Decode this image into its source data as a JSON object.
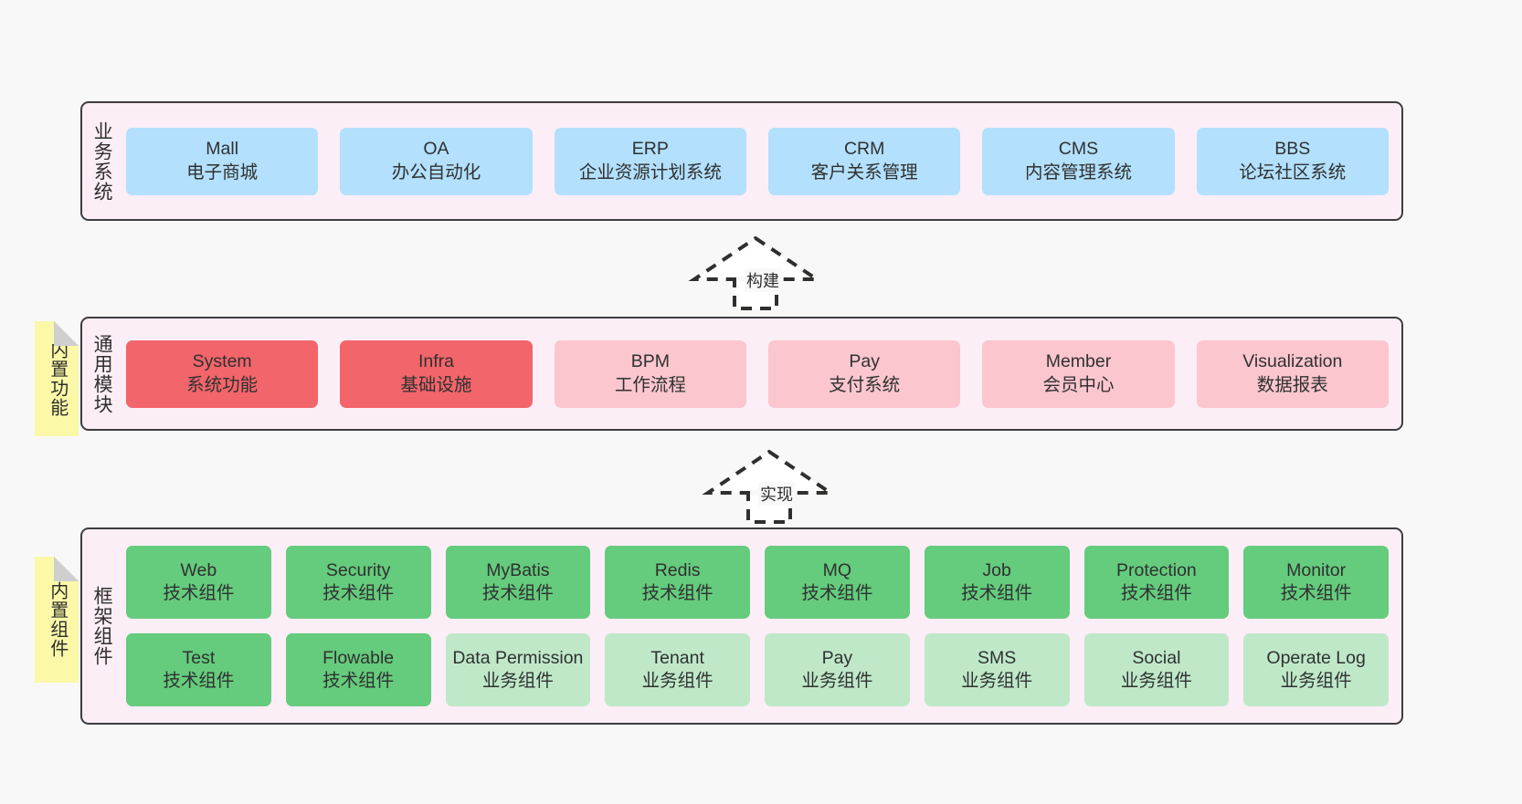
{
  "diagram": {
    "background": "#f8f8f8",
    "palette": {
      "panel_fill": "#fbeef6",
      "panel_border": "#3d3d3d",
      "blue": "#b3e0fc",
      "red": "#f2656b",
      "pink_light": "#fbc6ce",
      "green": "#65cb7d",
      "green_light": "#bfe8c9",
      "sticky_yellow": "#fbf8a8"
    }
  },
  "layers": {
    "business": {
      "title": "业务系统",
      "cards": [
        {
          "t1": "Mall",
          "t2": "电子商城",
          "style": "blue"
        },
        {
          "t1": "OA",
          "t2": "办公自动化",
          "style": "blue"
        },
        {
          "t1": "ERP",
          "t2": "企业资源计划系统",
          "style": "blue"
        },
        {
          "t1": "CRM",
          "t2": "客户关系管理",
          "style": "blue"
        },
        {
          "t1": "CMS",
          "t2": "内容管理系统",
          "style": "blue"
        },
        {
          "t1": "BBS",
          "t2": "论坛社区系统",
          "style": "blue"
        }
      ]
    },
    "common": {
      "title": "通用模块",
      "sticky": "内置功能",
      "cards": [
        {
          "t1": "System",
          "t2": "系统功能",
          "style": "red"
        },
        {
          "t1": "Infra",
          "t2": "基础设施",
          "style": "red"
        },
        {
          "t1": "BPM",
          "t2": "工作流程",
          "style": "pinklight"
        },
        {
          "t1": "Pay",
          "t2": "支付系统",
          "style": "pinklight"
        },
        {
          "t1": "Member",
          "t2": "会员中心",
          "style": "pinklight"
        },
        {
          "t1": "Visualization",
          "t2": "数据报表",
          "style": "pinklight"
        }
      ]
    },
    "framework": {
      "title": "框架组件",
      "sticky": "内置组件",
      "row1": [
        {
          "t1": "Web",
          "t2": "技术组件",
          "style": "green"
        },
        {
          "t1": "Security",
          "t2": "技术组件",
          "style": "green"
        },
        {
          "t1": "MyBatis",
          "t2": "技术组件",
          "style": "green"
        },
        {
          "t1": "Redis",
          "t2": "技术组件",
          "style": "green"
        },
        {
          "t1": "MQ",
          "t2": "技术组件",
          "style": "green"
        },
        {
          "t1": "Job",
          "t2": "技术组件",
          "style": "green"
        },
        {
          "t1": "Protection",
          "t2": "技术组件",
          "style": "green"
        },
        {
          "t1": "Monitor",
          "t2": "技术组件",
          "style": "green"
        }
      ],
      "row2": [
        {
          "t1": "Test",
          "t2": "技术组件",
          "style": "green"
        },
        {
          "t1": "Flowable",
          "t2": "技术组件",
          "style": "green"
        },
        {
          "t1": "Data Permission",
          "t2": "业务组件",
          "style": "greenlight"
        },
        {
          "t1": "Tenant",
          "t2": "业务组件",
          "style": "greenlight"
        },
        {
          "t1": "Pay",
          "t2": "业务组件",
          "style": "greenlight"
        },
        {
          "t1": "SMS",
          "t2": "业务组件",
          "style": "greenlight"
        },
        {
          "t1": "Social",
          "t2": "业务组件",
          "style": "greenlight"
        },
        {
          "t1": "Operate Log",
          "t2": "业务组件",
          "style": "greenlight"
        }
      ]
    }
  },
  "connectors": [
    {
      "label": "构建",
      "name": "build"
    },
    {
      "label": "实现",
      "name": "implement"
    }
  ]
}
